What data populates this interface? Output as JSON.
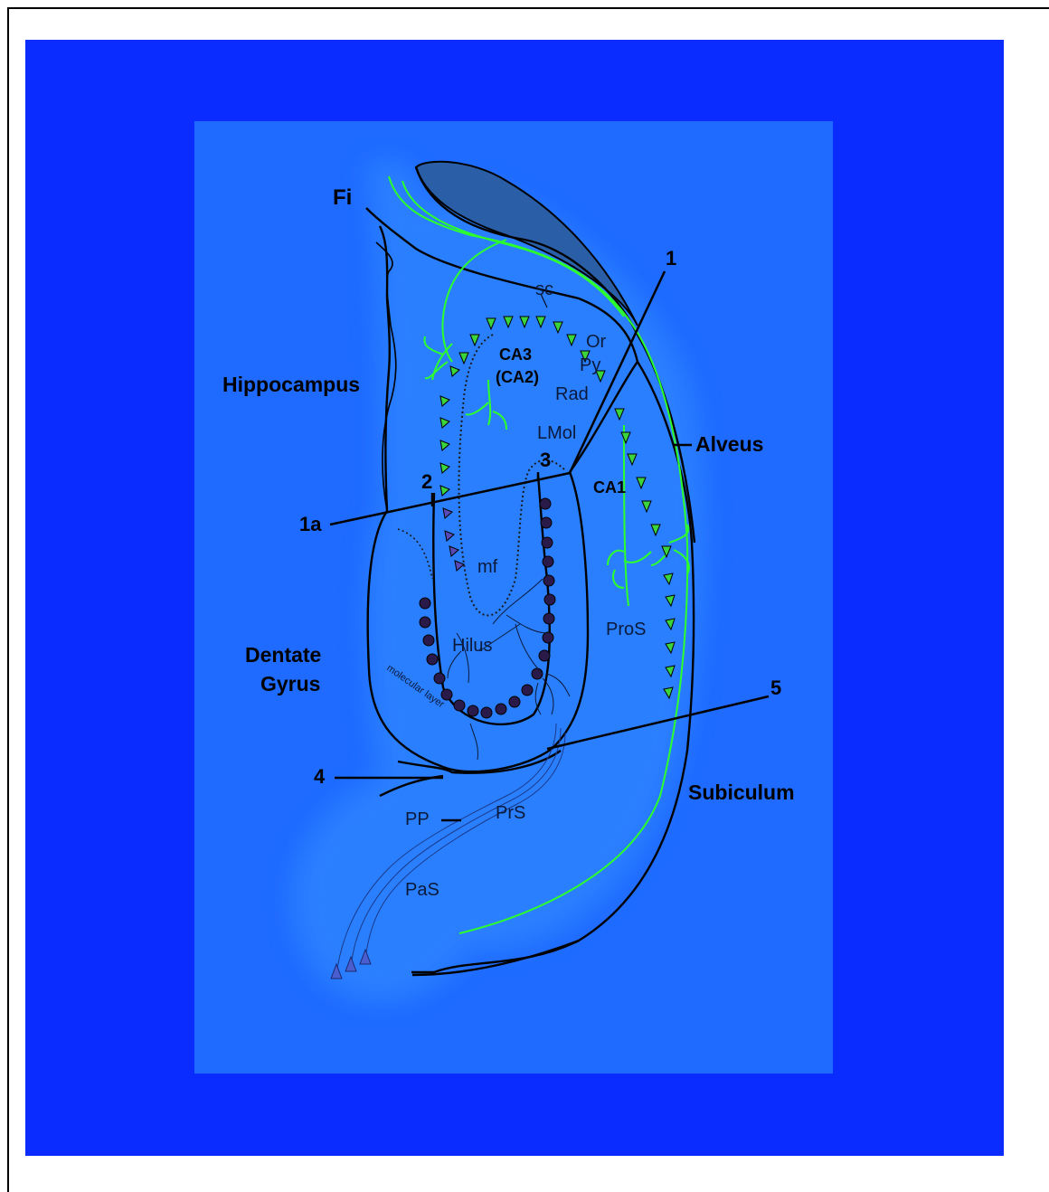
{
  "labels": {
    "fi": "Fi",
    "hippocampus": "Hippocampus",
    "dentate_line1": "Dentate",
    "dentate_line2": "Gyrus",
    "subiculum": "Subiculum",
    "alveus": "Alveus",
    "ca3": "CA3",
    "ca2": "(CA2)",
    "ca1": "CA1",
    "sc": "sc",
    "or": "Or",
    "py": "Py",
    "rad": "Rad",
    "lmol": "LMol",
    "mf": "mf",
    "hilus": "Hilus",
    "molecular_layer": "molecular layer",
    "pros": "ProS",
    "prs": "PrS",
    "pp": "PP",
    "pas": "PaS",
    "n1": "1",
    "n1a": "1a",
    "n2": "2",
    "n3": "3",
    "n4": "4",
    "n5": "5"
  },
  "colors": {
    "slide_background": "#0a2cff",
    "panel_background": "#1f6bff",
    "tissue": "#2f86ff",
    "fimbria": "#2a5fa8",
    "fibers": "#2dff2d",
    "granule_cells": "#2a1a4a",
    "outline": "#000000"
  }
}
